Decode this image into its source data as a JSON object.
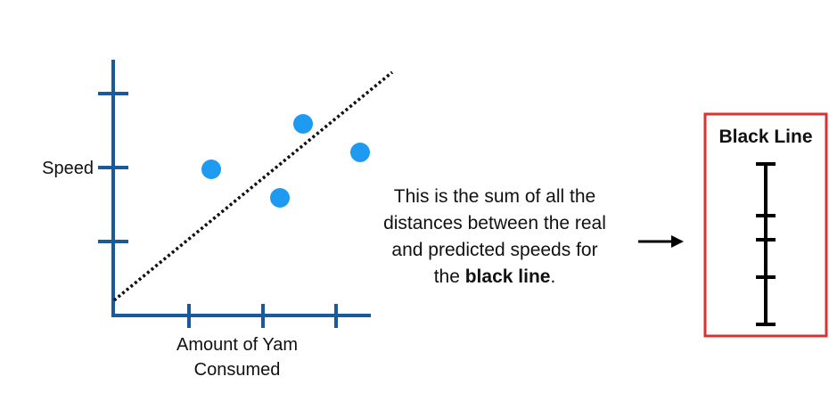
{
  "plot": {
    "y_label": "Speed",
    "x_label_line1": "Amount of Yam",
    "x_label_line2": "Consumed"
  },
  "caption": {
    "line1": "This is the sum of all the",
    "line2": "distances between the real",
    "line3": "and predicted speeds for",
    "line4_pre": "the ",
    "line4_bold": "black line",
    "line4_post": "."
  },
  "panel": {
    "title": "Black Line"
  },
  "colors": {
    "axis": "#1a5a9a",
    "point": "#1e9bf0",
    "panel_border": "#d9322f",
    "ink": "#000000"
  }
}
